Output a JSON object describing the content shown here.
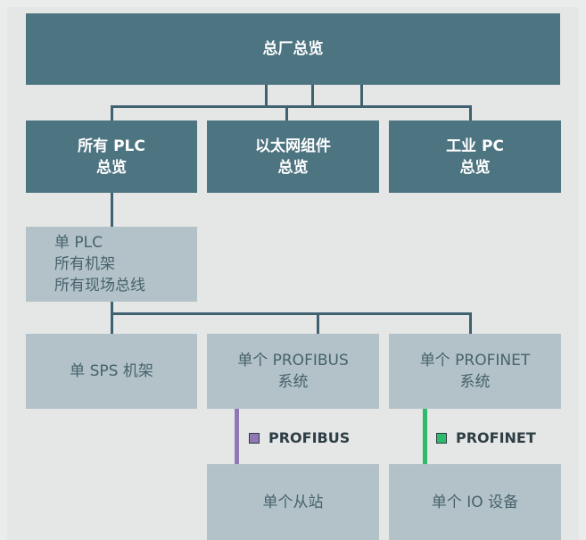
{
  "colors": {
    "dark_box": "#4d7481",
    "light_box": "#b3c2c8",
    "connector": "#3f6170",
    "profibus": "#8f78b6",
    "profinet": "#2dba6a"
  },
  "top": {
    "line1": "总厂总览"
  },
  "level2": [
    {
      "line1": "所有 PLC",
      "line2": "总览"
    },
    {
      "line1": "以太网组件",
      "line2": "总览"
    },
    {
      "line1": "工业 PC",
      "line2": "总览"
    }
  ],
  "single_plc": {
    "line1": "单 PLC",
    "line2": "所有机架",
    "line3": "所有现场总线"
  },
  "level4": [
    {
      "line1": "单 SPS 机架"
    },
    {
      "line1": "单个 PROFIBUS",
      "line2": "系统"
    },
    {
      "line1": "单个 PROFINET",
      "line2": "系统"
    }
  ],
  "legend": {
    "profibus": "PROFIBUS",
    "profinet": "PROFINET"
  },
  "level5": [
    {
      "line1": "单个从站"
    },
    {
      "line1": "单个 IO 设备"
    }
  ]
}
